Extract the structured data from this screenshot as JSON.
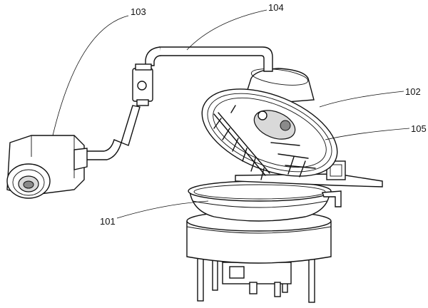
{
  "labels": {
    "l101": "101",
    "l102": "102",
    "l103": "103",
    "l104": "104",
    "l105": "105"
  },
  "colors": {
    "line": "#111111",
    "shade": "#d9d9d9",
    "dark": "#8a8a8a",
    "background": "#ffffff"
  }
}
